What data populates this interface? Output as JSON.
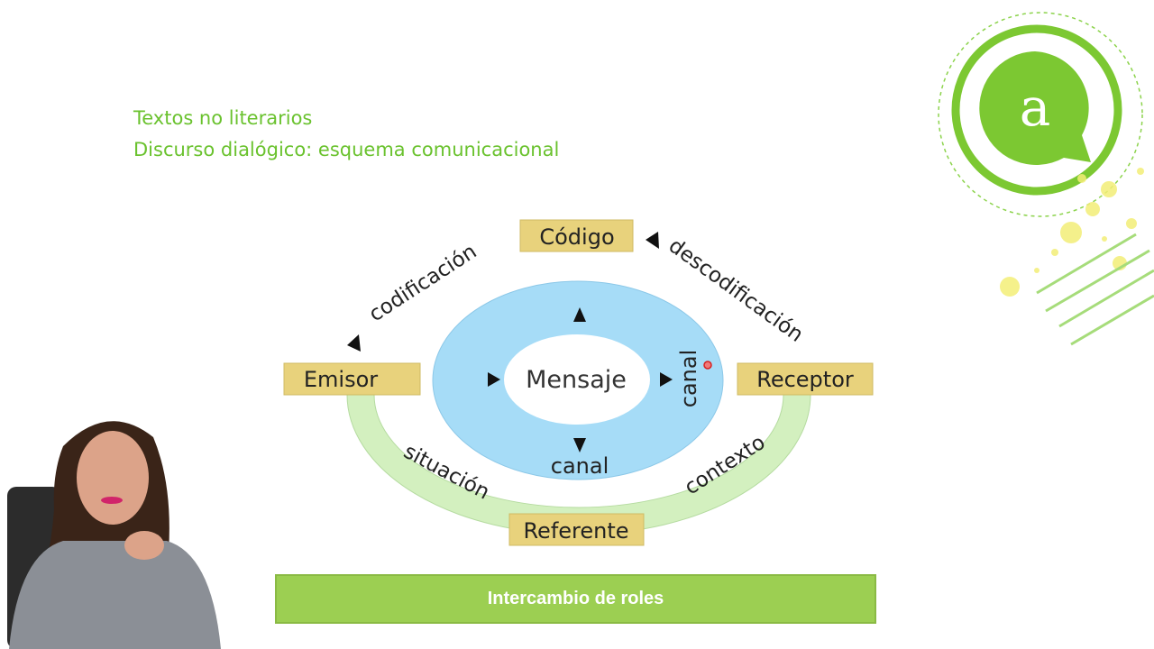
{
  "header": {
    "line1": "Textos no literarios",
    "line2": "Discurso dialógico: esquema comunicacional"
  },
  "diagram": {
    "codigo": "Código",
    "emisor": "Emisor",
    "receptor": "Receptor",
    "referente": "Referente",
    "mensaje": "Mensaje",
    "canal_bottom": "canal",
    "canal_right": "canal",
    "codificacion": "codificación",
    "descodificacion": "descodificación",
    "situacion": "situación",
    "contexto": "contexto"
  },
  "banner": {
    "label": "Intercambio de roles"
  },
  "logo": {
    "letter": "a"
  },
  "colors": {
    "title_green": "#6ac22e",
    "box_fill": "#e8d27c",
    "blue_oval": "#a6dcf7",
    "green_arc": "#d3f0bf",
    "banner_green": "#9ccf52",
    "logo_green": "#7cc832"
  }
}
